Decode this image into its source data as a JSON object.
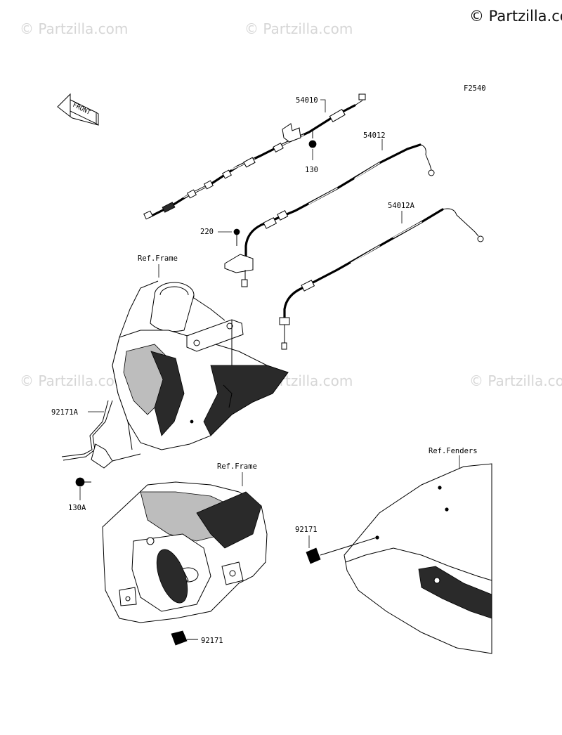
{
  "watermarks": {
    "corner": "© Partzilla.com",
    "tile": "© Partzilla.com"
  },
  "figure_code": "F2540",
  "front_label": "FRONT",
  "labels": {
    "p54010": "54010",
    "p54012": "54012",
    "p54012A": "54012A",
    "p130": "130",
    "p220": "220",
    "ref_frame_top": "Ref.Frame",
    "p92171A": "92171A",
    "p130A": "130A",
    "ref_frame_bottom": "Ref.Frame",
    "ref_fenders": "Ref.Fenders",
    "p92171_right": "92171",
    "p92171_bottom": "92171"
  },
  "colors": {
    "line": "#000000",
    "watermark": "#d6d6d6",
    "background": "#ffffff"
  }
}
